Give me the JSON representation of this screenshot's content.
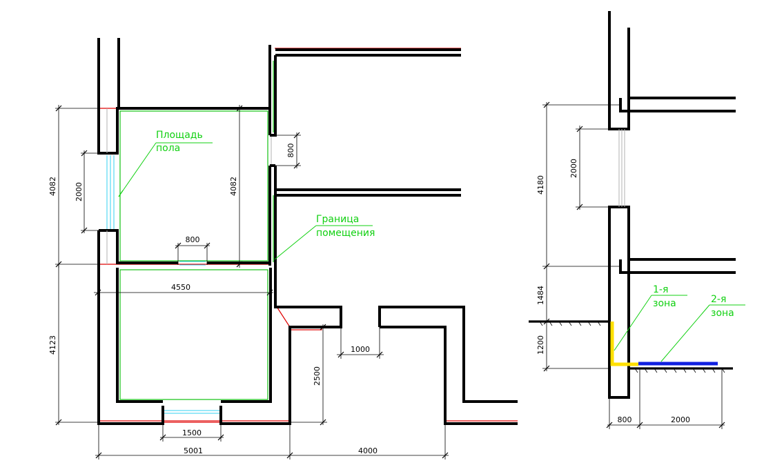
{
  "plan": {
    "dims": {
      "height_upper_left": "4082",
      "window_left": "2000",
      "height_upper_room": "4082",
      "door_right": "800",
      "door_inner": "800",
      "width_room": "4550",
      "height_lower": "4123",
      "corridor": "2500",
      "opening": "1000",
      "window_bottom": "1500",
      "width_total": "5001",
      "width_right": "4000"
    },
    "notes": {
      "floor_area_line1": "Площадь",
      "floor_area_line2": "пола",
      "room_boundary_line1": "Граница",
      "room_boundary_line2": "помещения"
    }
  },
  "section": {
    "dims": {
      "floor_height": "4180",
      "window": "2000",
      "lower_height": "1484",
      "below_ground": "1200",
      "wall": "800",
      "zone2_width": "2000"
    },
    "notes": {
      "zone1_line1": "1-я",
      "zone1_line2": "зона",
      "zone2_line1": "2-я",
      "zone2_line2": "зона"
    }
  },
  "colors": {
    "walls": "#000000",
    "room_boundary": "#10c010",
    "red_outline": "#e00000",
    "glazing": "#30d0f0",
    "zone1": "#ffe000",
    "zone2": "#1020e0",
    "notes": "#10d010"
  }
}
